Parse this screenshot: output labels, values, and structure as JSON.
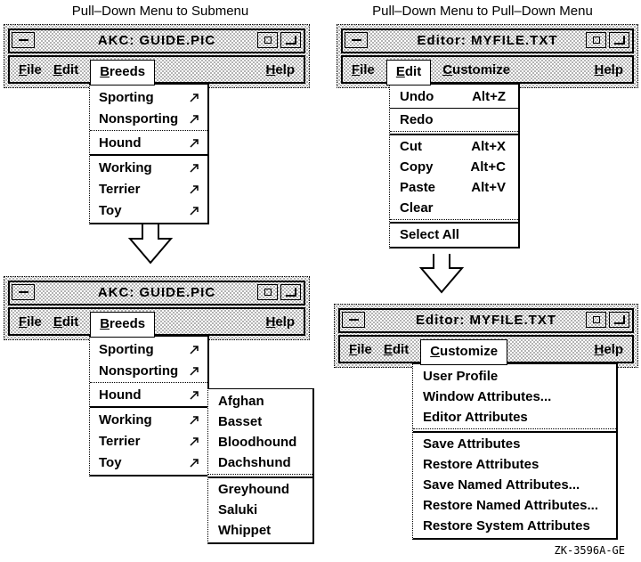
{
  "captions": {
    "left": "Pull–Down Menu to Submenu",
    "right": "Pull–Down Menu to Pull–Down Menu"
  },
  "windows": {
    "akc": {
      "title": "AKC: GUIDE.PIC",
      "menu": [
        "File",
        "Edit",
        "Breeds",
        "Help"
      ]
    },
    "editor": {
      "title": "Editor: MYFILE.TXT",
      "menu": [
        "File",
        "Edit",
        "Customize",
        "Help"
      ]
    }
  },
  "menus": {
    "breeds": {
      "items": [
        {
          "label": "Sporting"
        },
        {
          "label": "Nonsporting"
        },
        {
          "label": "Hound"
        },
        {
          "label": "Working"
        },
        {
          "label": "Terrier"
        },
        {
          "label": "Toy"
        }
      ]
    },
    "edit": {
      "items": [
        {
          "label": "Undo",
          "accel": "Alt+Z"
        },
        {
          "label": "Redo",
          "accel": ""
        },
        {
          "label": "Cut",
          "accel": "Alt+X"
        },
        {
          "label": "Copy",
          "accel": "Alt+C"
        },
        {
          "label": "Paste",
          "accel": "Alt+V"
        },
        {
          "label": "Clear",
          "accel": ""
        },
        {
          "label": "Select All",
          "accel": ""
        }
      ]
    },
    "hound_submenu": {
      "items": [
        {
          "label": "Afghan"
        },
        {
          "label": "Basset"
        },
        {
          "label": "Bloodhound"
        },
        {
          "label": "Dachshund"
        },
        {
          "label": "Greyhound"
        },
        {
          "label": "Saluki"
        },
        {
          "label": "Whippet"
        }
      ]
    },
    "customize": {
      "items": [
        {
          "label": "User Profile"
        },
        {
          "label": "Window Attributes..."
        },
        {
          "label": "Editor Attributes"
        },
        {
          "label": "Save Attributes"
        },
        {
          "label": "Restore Attributes"
        },
        {
          "label": "Save Named Attributes..."
        },
        {
          "label": "Restore Named Attributes..."
        },
        {
          "label": "Restore System Attributes"
        }
      ]
    }
  },
  "footer": {
    "figure_id": "ZK-3596A-GE"
  },
  "colors": {
    "ink": "#000000",
    "paper": "#ffffff"
  }
}
